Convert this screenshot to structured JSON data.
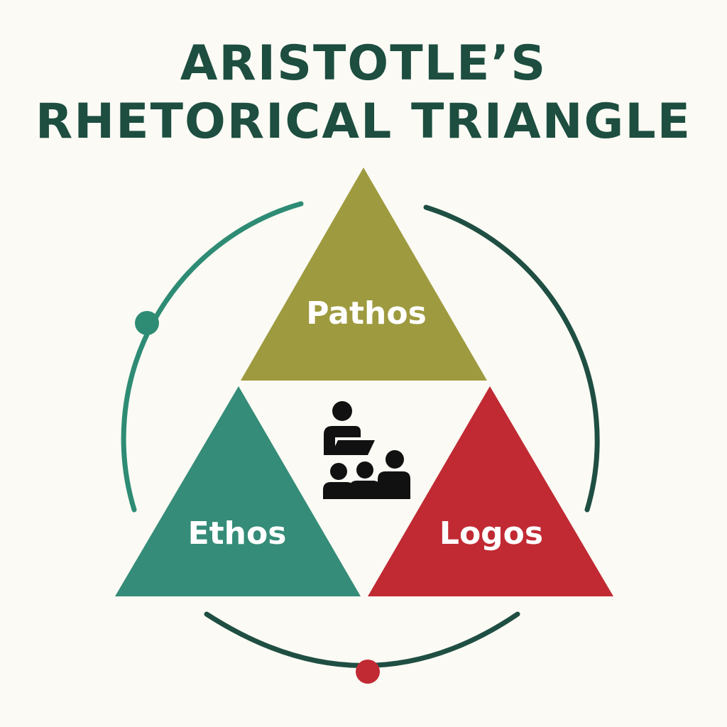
{
  "title": {
    "line1": "ARISTOTLE’S",
    "line2": "RHETORICAL TRIANGLE"
  },
  "triangles": {
    "pathos": {
      "label": "Pathos",
      "color": "#9e9a3f"
    },
    "ethos": {
      "label": "Ethos",
      "color": "#358c78"
    },
    "logos": {
      "label": "Logos",
      "color": "#c12a33"
    }
  },
  "center_icon": "speaker-and-audience-icon",
  "colors": {
    "title": "#1d4e40",
    "background": "#fbfaf4",
    "arc_left": "#2e8b74",
    "arc_right": "#1f4e42",
    "arc_bottom": "#1f4e42",
    "dot_left": "#2e8b74",
    "dot_bottom": "#c12a33",
    "icon": "#111111"
  }
}
